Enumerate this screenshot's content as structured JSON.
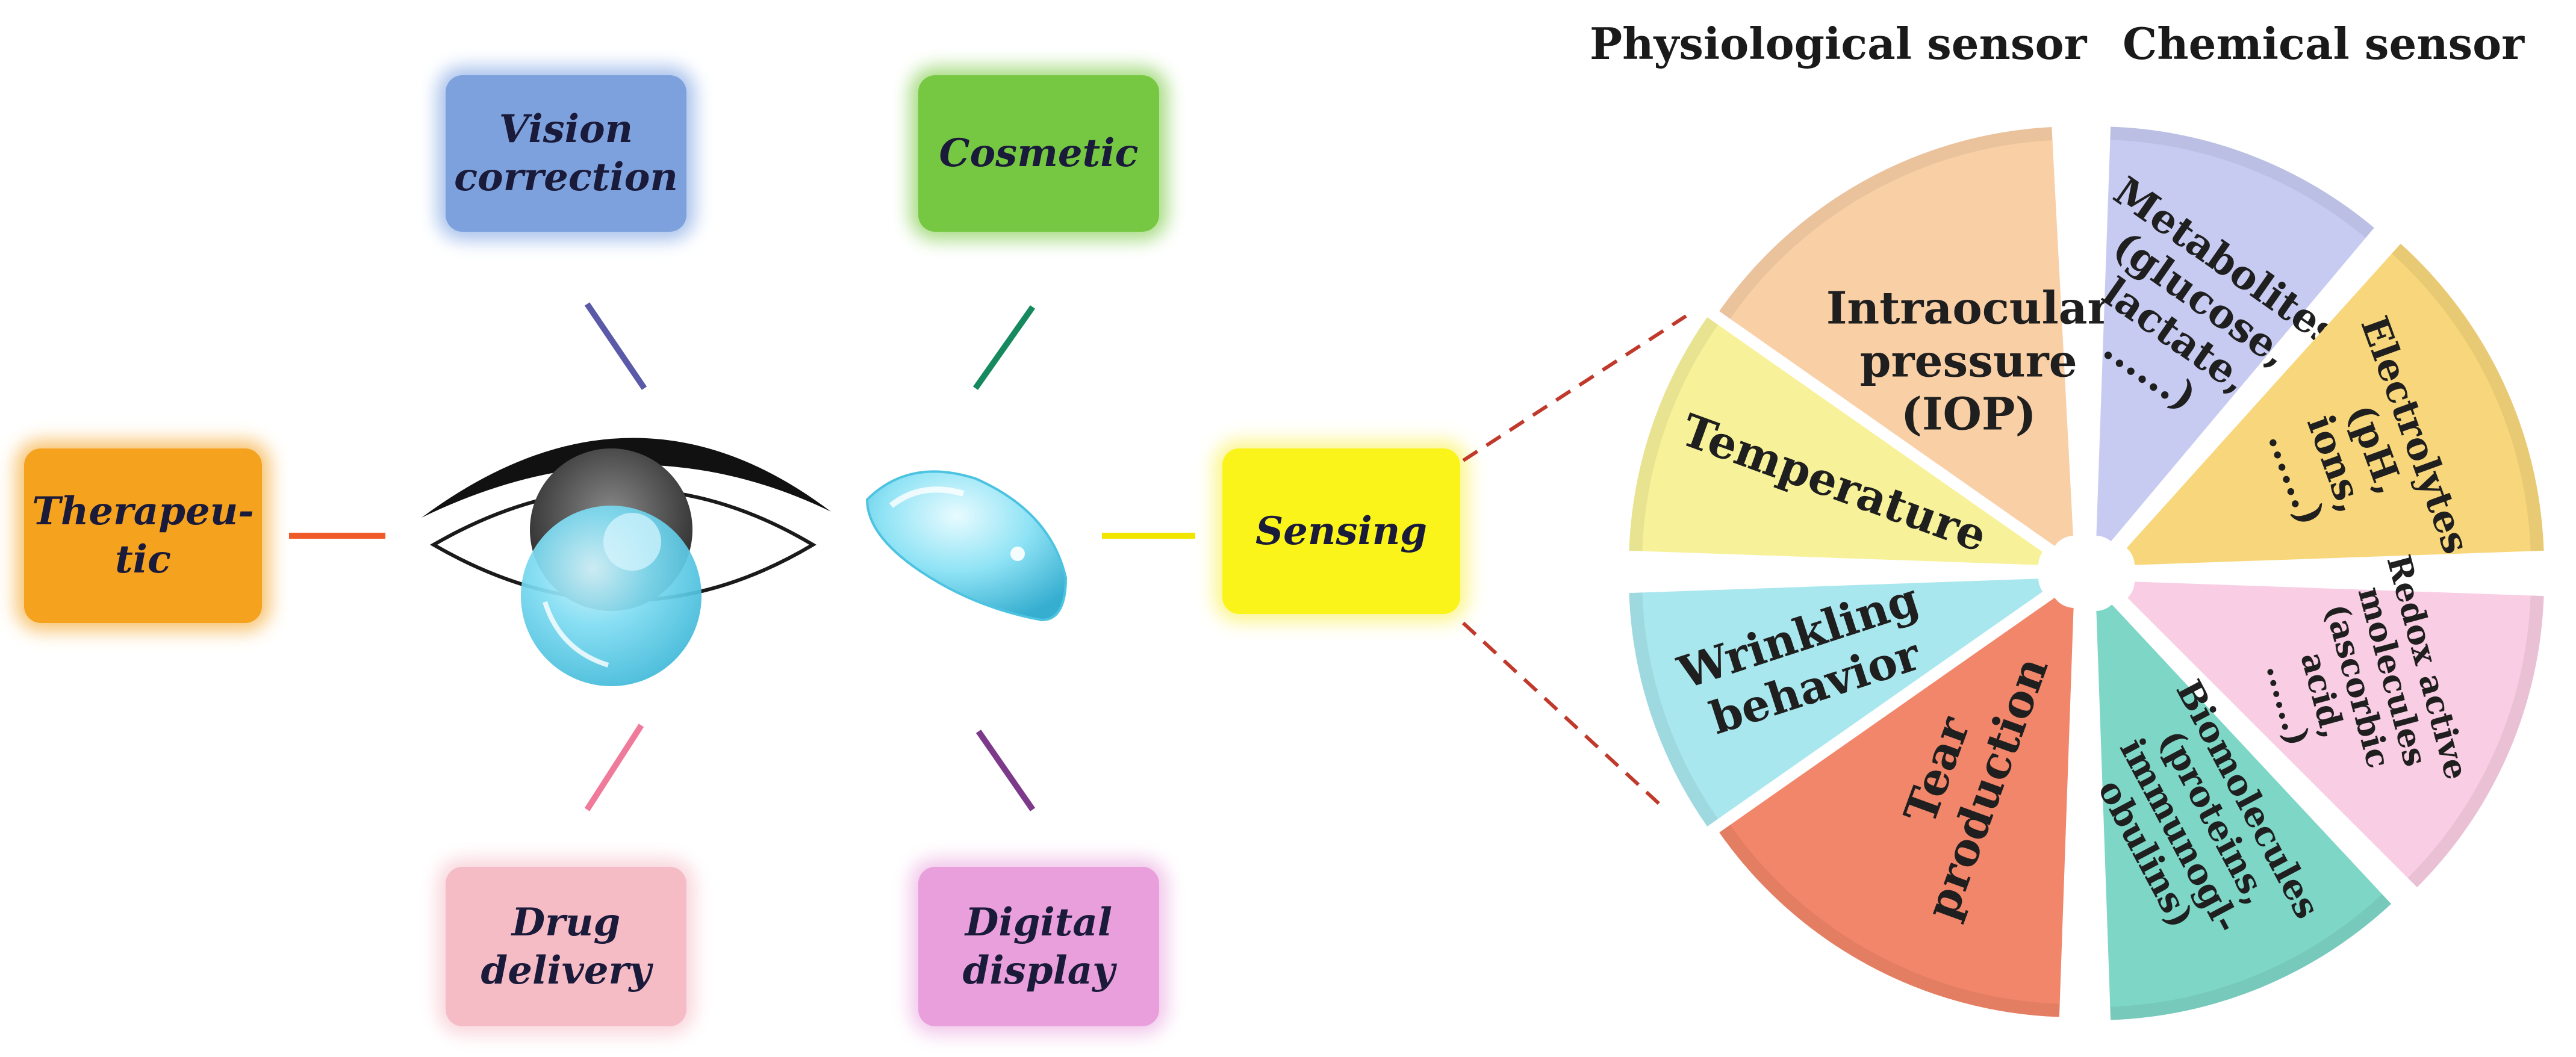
{
  "applications": {
    "vision_correction": "Vision\ncorrection",
    "cosmetic": "Cosmetic",
    "therapeutic": "Therapeu-\ntic",
    "sensing": "Sensing",
    "drug_delivery": "Drug\ndelivery",
    "digital_display": "Digital\ndisplay"
  },
  "sensors": {
    "physiological": {
      "heading": "Physiological sensor",
      "items": [
        {
          "lines": [
            "Intraocular",
            "pressure",
            "(IOP)"
          ],
          "color": "#f9cfa6"
        },
        {
          "lines": [
            "Temperature"
          ],
          "color": "#f7f29a"
        },
        {
          "lines": [
            "Wrinkling",
            "behavior"
          ],
          "color": "#a9e7ef"
        },
        {
          "lines": [
            "Tear",
            "production"
          ],
          "color": "#f2866a"
        }
      ]
    },
    "chemical": {
      "heading": "Chemical sensor",
      "items": [
        {
          "lines": [
            "Metabolites",
            "(glucose,",
            "lactate,",
            "......)"
          ],
          "color": "#c7cbf2"
        },
        {
          "lines": [
            "Electrolytes",
            "(pH,",
            "ions,",
            "......)"
          ],
          "color": "#f8d77c"
        },
        {
          "lines": [
            "Redox active",
            "molecules",
            "(ascorbic",
            "acid,",
            "......)"
          ],
          "color": "#f9cde3"
        },
        {
          "lines": [
            "Biomolecules",
            "(proteins,",
            "immunogl-",
            "obulins)"
          ],
          "color": "#7ed6c7"
        }
      ]
    }
  },
  "colors": {
    "vision_line": "#5a5aa8",
    "cosmetic_line": "#168a5e",
    "therapeutic_line": "#f05a28",
    "sensing_line": "#f2e600",
    "drug_line": "#f07a9a",
    "digital_line": "#7d3a8a",
    "dashed_line": "#c0392b"
  },
  "icons": [
    "eye-icon",
    "contact-lens-icon"
  ]
}
